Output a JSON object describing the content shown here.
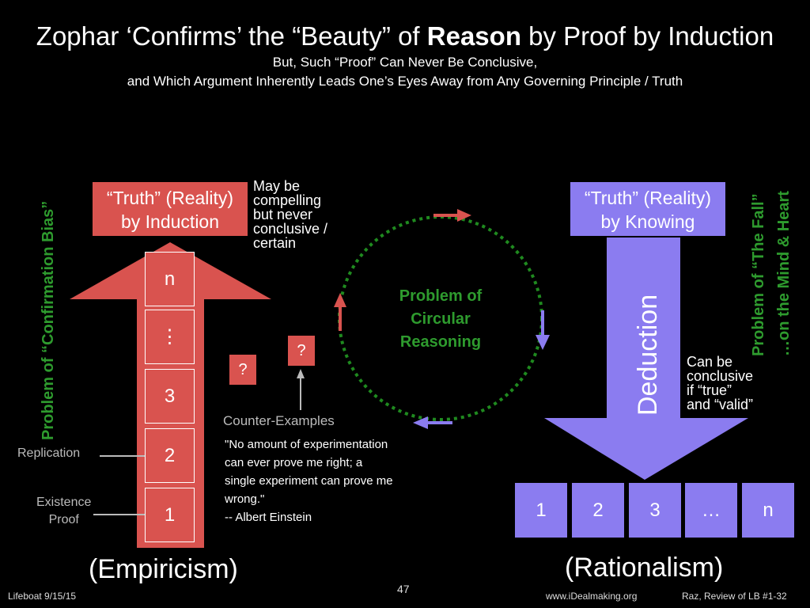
{
  "slide": {
    "title_pre": "Zophar ‘Confirms’ the “Beauty” of ",
    "title_bold": "Reason",
    "title_post": " by Proof by Induction",
    "subtitle_1": "But, Such “Proof” Can Never Be Conclusive,",
    "subtitle_2": "and Which Argument Inherently Leads One’s Eyes Away from Any Governing Principle / Truth"
  },
  "left": {
    "box_line1": "“Truth” (Reality)",
    "box_line2": "by Induction",
    "note": [
      "May be",
      "compelling",
      "but never",
      "conclusive /",
      "certain"
    ],
    "steps": [
      "n",
      "⋮",
      "3",
      "2",
      "1"
    ],
    "replication_label": "Replication",
    "existence_label_1": "Existence",
    "existence_label_2": "Proof",
    "counter_label": "Counter-Examples",
    "question_mark": "?",
    "quote_lines": [
      "\"No amount of experimentation",
      "can ever prove me right; a",
      "single experiment can prove me",
      "wrong.\"",
      "-- Albert Einstein"
    ],
    "vertical_label": "Problem of “Confirmation Bias”",
    "bottom_label": "(Empiricism)"
  },
  "center": {
    "circle_lines": [
      "Problem of",
      "Circular",
      "Reasoning"
    ]
  },
  "right": {
    "box_line1": "“Truth” (Reality)",
    "box_line2": "by Knowing",
    "deduction_label": "Deduction",
    "note": [
      "Can be",
      "conclusive",
      "if “true”",
      "and “valid”"
    ],
    "steps": [
      "1",
      "2",
      "3",
      "…",
      "n"
    ],
    "vertical_label_1": "Problem of “The Fall”",
    "vertical_label_2": "…on the Mind & Heart",
    "bottom_label": "(Rationalism)"
  },
  "footer": {
    "left": "Lifeboat 9/15/15",
    "page": "47",
    "url": "www.iDealmaking.org",
    "right": "Raz, Review of LB #1-32"
  },
  "colors": {
    "induction_red": "#d9534f",
    "deduction_blue": "#8b7cf0",
    "problem_green": "#2e9b2e"
  }
}
